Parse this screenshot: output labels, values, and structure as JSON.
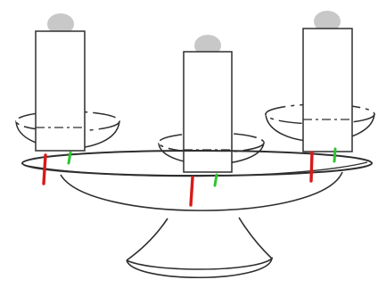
{
  "colors": {
    "background": "#ffffff",
    "outline": "#2e2e2e",
    "flame": "#c8c8c8",
    "red_marker": "#d91a1a",
    "green_marker": "#2ec42e"
  },
  "figure": {
    "candle_count": 3,
    "cup_count": 3,
    "markers": {
      "red": 3,
      "green": 3
    }
  }
}
